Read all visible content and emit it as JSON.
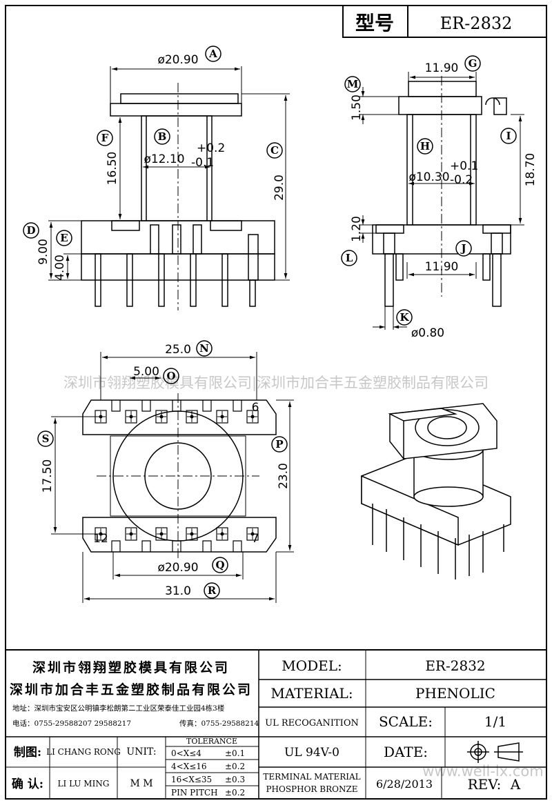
{
  "header": {
    "label": "型号",
    "model": "ER-2832"
  },
  "dimensions": {
    "A": "ø20.90",
    "B": "ø12.10",
    "B_tol_plus": "+0.2",
    "B_tol_minus": "-0.1",
    "C": "29.0",
    "D": "9.00",
    "E": "4.00",
    "F": "16.50",
    "G": "11.90",
    "H": "ø10.30",
    "H_tol_plus": "+0.1",
    "H_tol_minus": "-0.2",
    "I": "18.70",
    "J": "11.90",
    "K": "ø0.80",
    "M": "1.50",
    "L12": "1.20",
    "N": "25.0",
    "pitch": "5.00",
    "P": "23.0",
    "S": "17.50",
    "Q": "ø20.90",
    "R": "31.0"
  },
  "labels": [
    "A",
    "B",
    "C",
    "D",
    "E",
    "F",
    "G",
    "H",
    "I",
    "J",
    "K",
    "L",
    "M",
    "N",
    "O",
    "P",
    "Q",
    "R",
    "S"
  ],
  "pin_numbers": {
    "top_right": "6",
    "bottom_left": "12",
    "bottom_right": "7"
  },
  "watermark": "深圳市翎翔塑胶模具有限公司|深圳市加合丰五金塑胶制品有限公司",
  "watermark_url": "www.well-lx.com",
  "title_block": {
    "company1": "深圳市翎翔塑胶模具有限公司",
    "company2": "深圳市加合丰五金塑胶制品有限公司",
    "address": "地址：深圳市宝安区公明镇李松朗第二工业区荣泰佳工业园4栋3楼",
    "phone": "电话：0755-29588207  29588217",
    "fax": "传真：0755-29588214",
    "drawn_label": "制图:",
    "drawn_by": "LI CHANG RONG",
    "check_label": "确 认:",
    "checked_by": "LI LU MING",
    "unit_label": "UNIT:",
    "unit": "M M",
    "tolerance_title": "TOLERANCE",
    "tolerance": [
      {
        "range": "0<X≤4",
        "tol": "±0.1"
      },
      {
        "range": "4<X≤16",
        "tol": "±0.2"
      },
      {
        "range": "16<X≤35",
        "tol": "±0.3"
      },
      {
        "range": "PIN PITCH",
        "tol": "±0.2"
      }
    ],
    "model_label": "MODEL:",
    "model": "ER-2832",
    "material_label": "MATERIAL:",
    "material": "PHENOLIC",
    "ul_label": "UL RECOGANITION",
    "ul": "UL 94V-0",
    "scale_label": "SCALE:",
    "scale": "1/1",
    "date_label": "DATE:",
    "date": "6/28/2013",
    "terminal_label": "TERMINAL MATERIAL",
    "terminal": "PHOSPHOR  BRONZE",
    "rev_label": "REV:",
    "rev": "A"
  }
}
